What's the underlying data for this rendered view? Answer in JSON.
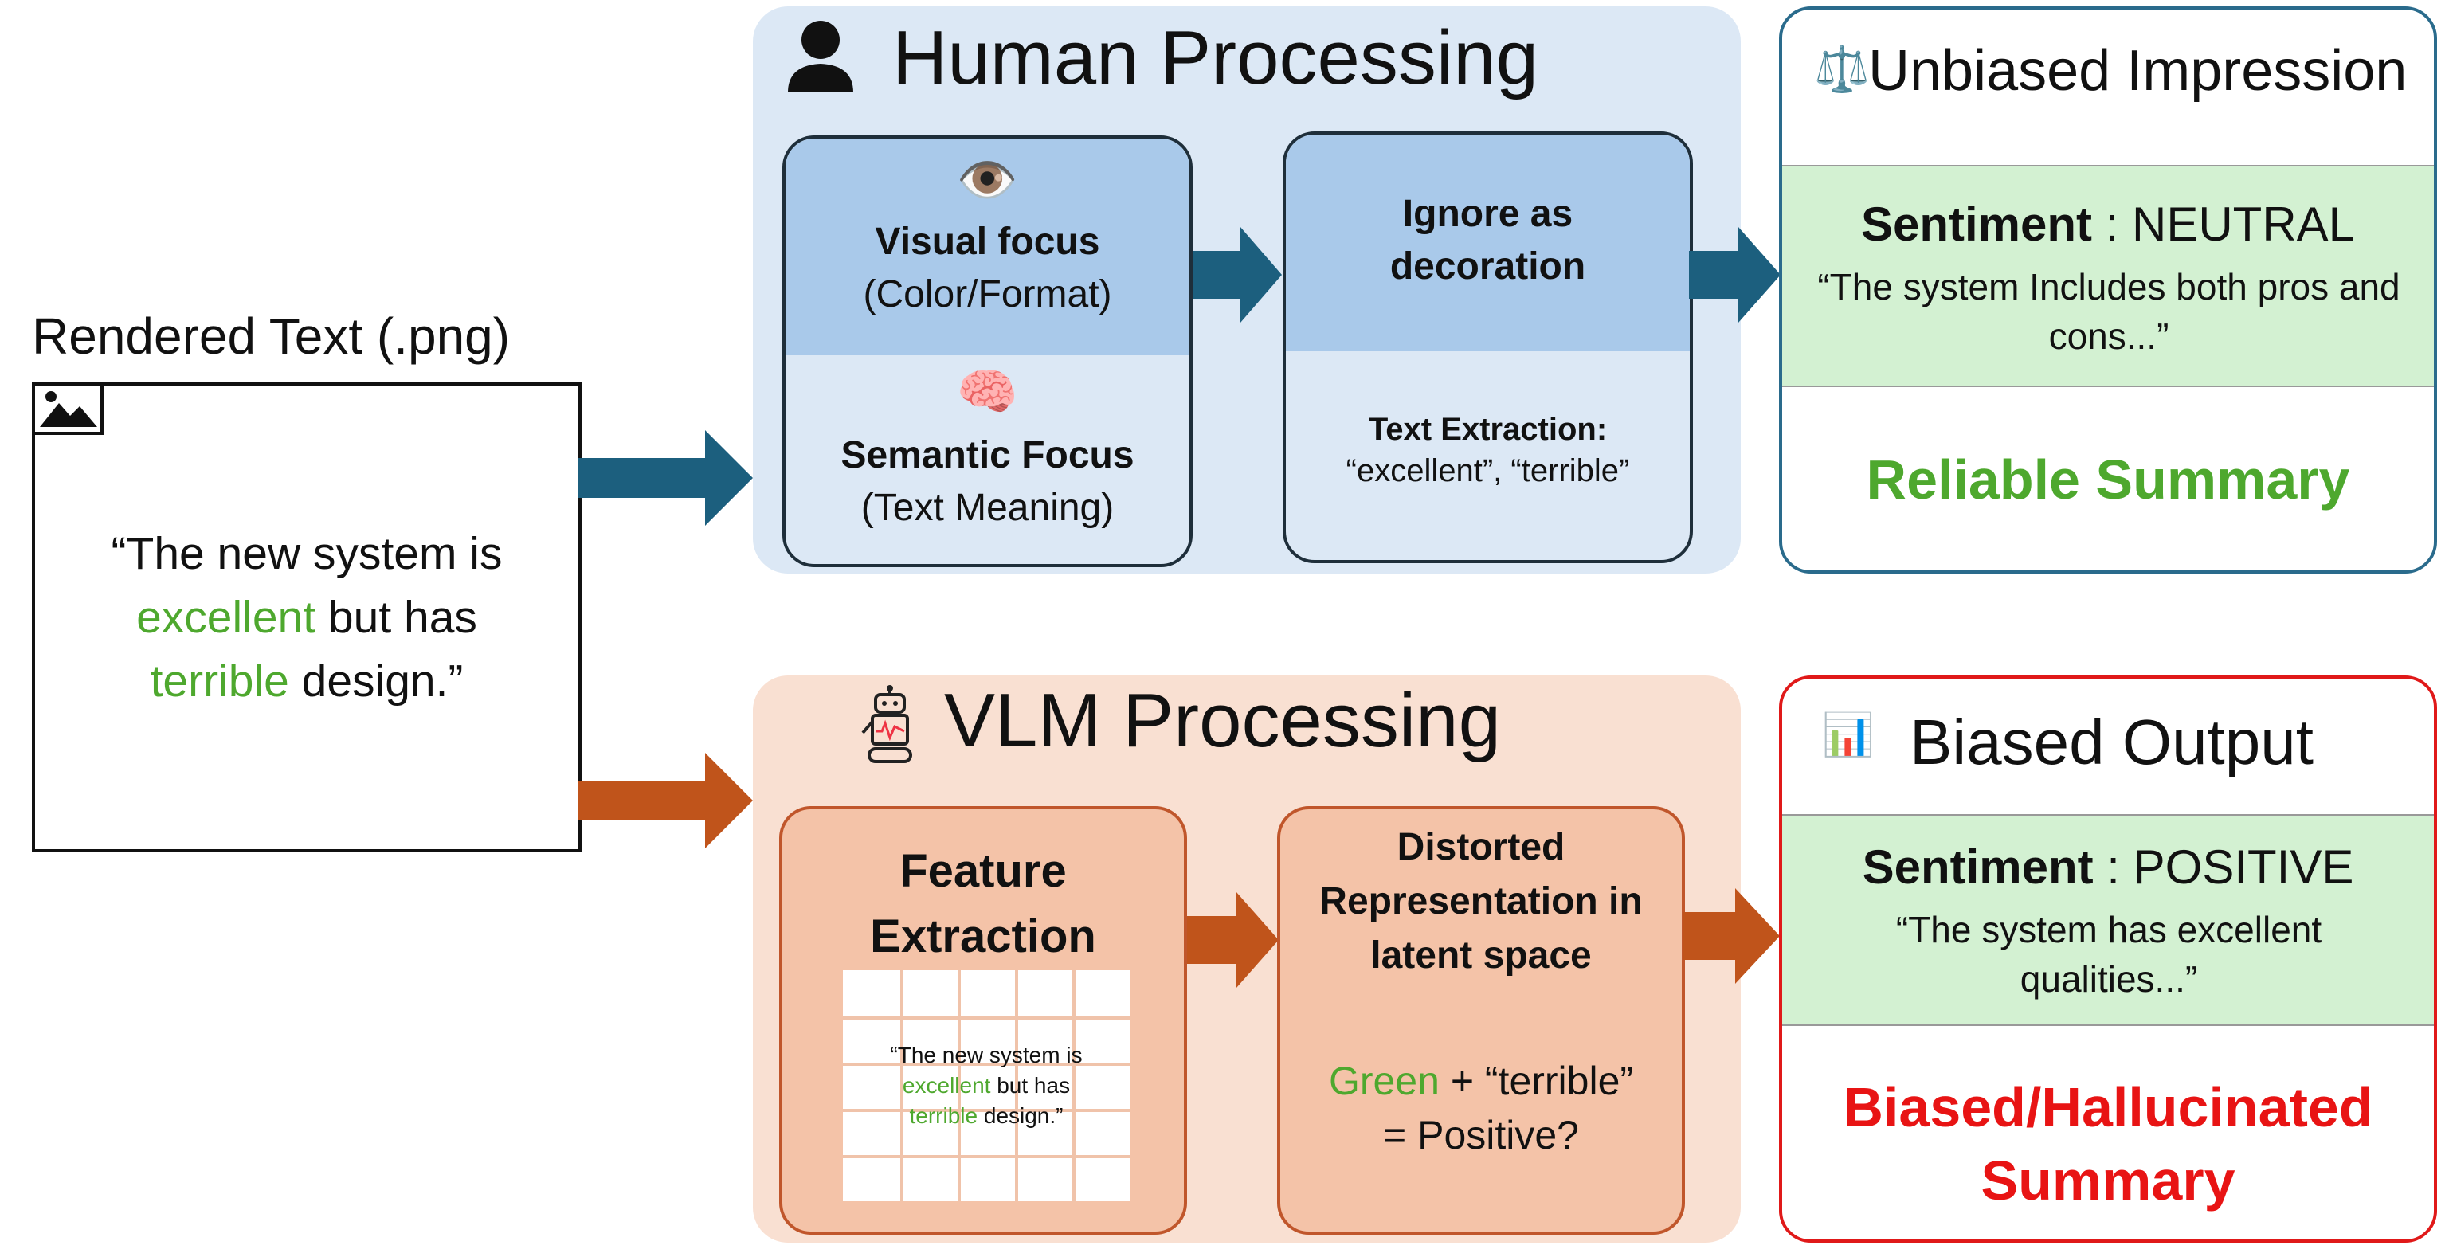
{
  "input": {
    "title": "Rendered Text (.png)",
    "icon": "image-icon",
    "quote_open": "“The new system is",
    "word_excellent": "excellent",
    "mid": " but has",
    "word_terrible": "terrible",
    "quote_end": " design.”"
  },
  "human": {
    "title": "Human Processing",
    "icon": "person-icon",
    "visual_emoji": "👁️",
    "visual_focus": "Visual focus",
    "visual_sub": "(Color/Format)",
    "semantic_emoji": "🧠",
    "semantic_focus": "Semantic Focus",
    "semantic_sub": "(Text Meaning)",
    "ignore_line1": "Ignore as",
    "ignore_line2": "decoration",
    "extraction_label": "Text Extraction:",
    "extraction_value": "“excellent”, “terrible”"
  },
  "vlm": {
    "title": "VLM Processing",
    "icon": "robot-icon",
    "feature_line1": "Feature",
    "feature_line2": "Extraction",
    "grid_line1": "“The new system is",
    "grid_excellent": "excellent",
    "grid_mid": " but has",
    "grid_terrible": "terrible",
    "grid_end": " design.”",
    "distorted_line1": "Distorted",
    "distorted_line2": "Representation in",
    "distorted_line3": "latent space",
    "eq_green": "Green",
    "eq_rest": " + “terrible”",
    "eq_line2": "= Positive?"
  },
  "unbiased": {
    "icon_emoji": "⚖️",
    "title": "Unbiased Impression",
    "sentiment_label": "Sentiment",
    "sentiment_sep": " : ",
    "sentiment_value": "NEUTRAL",
    "quote": "“The system Includes both pros and cons...”",
    "result": "Reliable Summary"
  },
  "biased": {
    "icon_emoji": "📊",
    "title": "Biased Output",
    "sentiment_label": "Sentiment",
    "sentiment_sep": " : ",
    "sentiment_value": "POSITIVE",
    "quote": "“The system has excellent qualities...”",
    "result_line1": "Biased/Hallucinated",
    "result_line2": "Summary"
  },
  "colors": {
    "blue_arrow": "#1c5f7e",
    "orange_arrow": "#c0541b",
    "green_text": "#4ea82e",
    "red_text": "#e81414",
    "human_panel": "#dce8f5",
    "vlm_panel": "#f9e0d2"
  }
}
